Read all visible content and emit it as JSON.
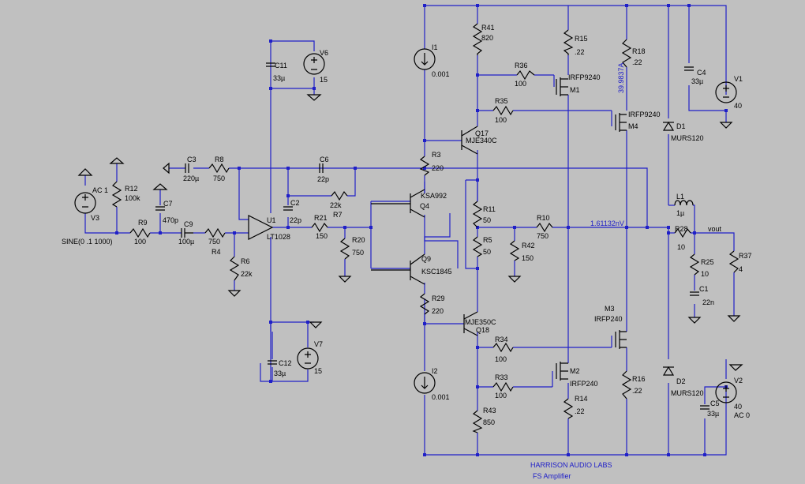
{
  "components": {
    "v1": {
      "name": "V1",
      "value": "40"
    },
    "v2": {
      "name": "V2",
      "value": "40",
      "ac": "AC 0"
    },
    "v3": {
      "name": "V3",
      "ac": "AC 1",
      "sine": "SINE(0 .1 1000)"
    },
    "v6": {
      "name": "V6",
      "value": "15"
    },
    "v7": {
      "name": "V7",
      "value": "15"
    },
    "i1": {
      "name": "I1",
      "value": "0.001"
    },
    "i2": {
      "name": "I2",
      "value": "0.001"
    },
    "u1": {
      "name": "U1",
      "part": "LT1028"
    },
    "r3": {
      "name": "R3",
      "value": "220"
    },
    "r4": {
      "name": "R4",
      "value": "750"
    },
    "r5": {
      "name": "R5",
      "value": "50"
    },
    "r6": {
      "name": "R6",
      "value": "22k"
    },
    "r7": {
      "name": "R7",
      "value": "22k"
    },
    "r8": {
      "name": "R8",
      "value": "750"
    },
    "r9": {
      "name": "R9",
      "value": "100"
    },
    "r10": {
      "name": "R10",
      "value": "750"
    },
    "r11": {
      "name": "R11",
      "value": "50"
    },
    "r12": {
      "name": "R12",
      "value": "100k"
    },
    "r14": {
      "name": "R14",
      "value": ".22"
    },
    "r15": {
      "name": "R15",
      "value": ".22"
    },
    "r16": {
      "name": "R16",
      "value": ".22"
    },
    "r18": {
      "name": "R18",
      "value": ".22"
    },
    "r20": {
      "name": "R20",
      "value": "750"
    },
    "r21": {
      "name": "R21",
      "value": "150"
    },
    "r25": {
      "name": "R25",
      "value": "10"
    },
    "r28": {
      "name": "R28",
      "value": "10"
    },
    "r29": {
      "name": "R29",
      "value": "220"
    },
    "r33": {
      "name": "R33",
      "value": "100"
    },
    "r34": {
      "name": "R34",
      "value": "100"
    },
    "r35": {
      "name": "R35",
      "value": "100"
    },
    "r36": {
      "name": "R36",
      "value": "100"
    },
    "r37": {
      "name": "R37",
      "value": "4"
    },
    "r41": {
      "name": "R41",
      "value": "820"
    },
    "r42": {
      "name": "R42",
      "value": "150"
    },
    "r43": {
      "name": "R43",
      "value": "850"
    },
    "c1": {
      "name": "C1",
      "value": "22n"
    },
    "c2": {
      "name": "C2",
      "value": "22p"
    },
    "c3": {
      "name": "C3",
      "value": "220µ"
    },
    "c4": {
      "name": "C4",
      "value": "33µ"
    },
    "c5": {
      "name": "C5",
      "value": "33µ"
    },
    "c6": {
      "name": "C6",
      "value": "22p"
    },
    "c7": {
      "name": "C7",
      "value": "470p"
    },
    "c9": {
      "name": "C9",
      "value": "100µ"
    },
    "c11": {
      "name": "C11",
      "value": "33µ"
    },
    "c12": {
      "name": "C12",
      "value": "33µ"
    },
    "l1": {
      "name": "L1",
      "value": "1µ"
    },
    "d1": {
      "name": "D1",
      "part": "MURS120"
    },
    "d2": {
      "name": "D2",
      "part": "MURS120"
    },
    "q4": {
      "name": "Q4",
      "part": "KSA992"
    },
    "q9": {
      "name": "Q9",
      "part": "KSC1845"
    },
    "q17": {
      "name": "Q17",
      "part": "MJE340C"
    },
    "q18": {
      "name": "Q18",
      "part": "MJE350C"
    },
    "m1": {
      "name": "M1",
      "part": "IRFP9240"
    },
    "m2": {
      "name": "M2",
      "part": "IRFP240"
    },
    "m3": {
      "name": "M3",
      "part": "IRFP240"
    },
    "m4": {
      "name": "M4",
      "part": "IRFP9240"
    }
  },
  "net_labels": {
    "vout": "vout"
  },
  "annotations": {
    "voltage": "1.61132nV",
    "current": "39.9837A"
  },
  "title_block": {
    "company": "HARRISON AUDIO LABS",
    "project": "FS Amplifier"
  },
  "colors": {
    "background": "#c0c0c0",
    "wire": "#2020c8",
    "component": "#000000",
    "label": "#000000",
    "annotation": "#2020c8"
  }
}
